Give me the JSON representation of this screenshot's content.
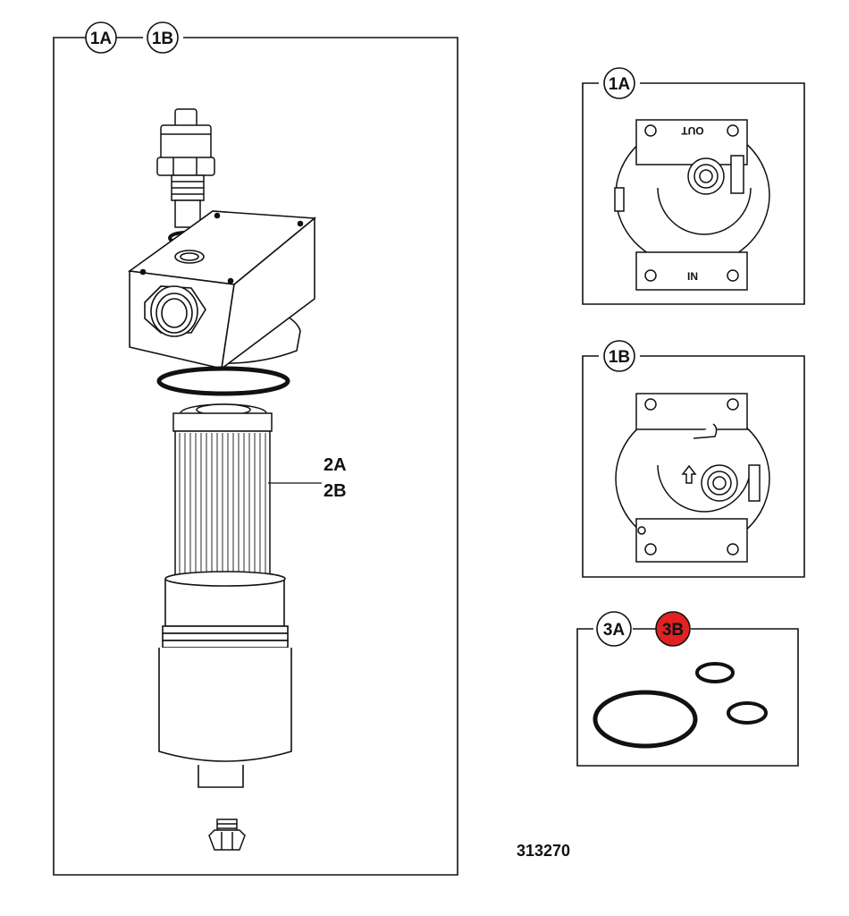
{
  "main_view": {
    "badge_left": "1A",
    "badge_right": "1B",
    "callout_line1": "2A",
    "callout_line2": "2B"
  },
  "view_1a": {
    "badge": "1A",
    "port_top": "OUT",
    "port_bottom": "IN"
  },
  "view_1b": {
    "badge": "1B"
  },
  "view_3": {
    "badge_left": "3A",
    "badge_right": "3B",
    "highlight_color": "#e02222"
  },
  "figure_number": "313270"
}
